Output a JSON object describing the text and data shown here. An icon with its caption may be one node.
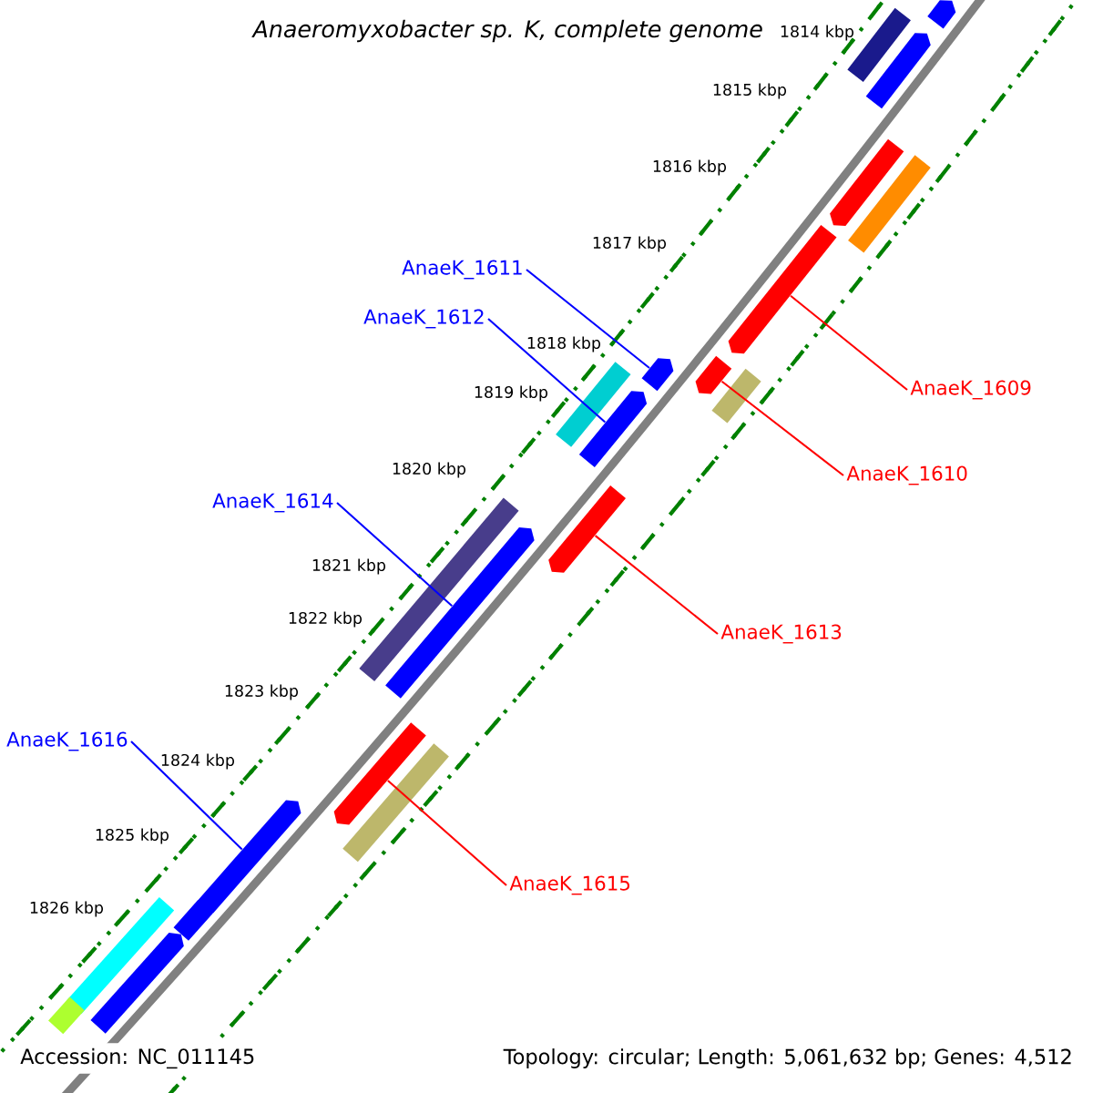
{
  "diagram": {
    "title": "Anaeromyxobacter sp. K, complete genome",
    "nodes": [
      {
        "text": [
          "AnaeK_1611"
        ]
      },
      {
        "text": [
          "AnaeK_1612"
        ]
      },
      {
        "text": [
          "AnaeK_1609"
        ]
      },
      {
        "text": [
          "AnaeK_1610"
        ]
      },
      {
        "text": [
          "AnaeK_1614"
        ]
      },
      {
        "text": [
          "AnaeK_1613"
        ]
      },
      {
        "text": [
          "AnaeK_1616"
        ]
      },
      {
        "text": [
          "AnaeK_1615"
        ]
      },
      {
        "text": [],
        "shape": "pentagon"
      },
      {
        "text": [],
        "shape": "bar"
      },
      {
        "text": [],
        "shape": "pentagon"
      },
      {
        "text": [],
        "shape": "pentagon"
      },
      {
        "text": [],
        "shape": "bar"
      },
      {
        "text": [],
        "shape": "pentagon"
      },
      {
        "text": [],
        "shape": "pentagon"
      },
      {
        "text": [],
        "shape": "pentagon"
      },
      {
        "text": [],
        "shape": "bar"
      },
      {
        "text": [],
        "shape": "bar"
      },
      {
        "text": [],
        "shape": "pentagon"
      },
      {
        "text": [],
        "shape": "pentagon"
      },
      {
        "text": [],
        "shape": "bar"
      },
      {
        "text": [],
        "shape": "pentagon"
      },
      {
        "text": [],
        "shape": "pentagon"
      },
      {
        "text": [],
        "shape": "bar"
      },
      {
        "text": [],
        "shape": "pentagon"
      },
      {
        "text": [],
        "shape": "pentagon"
      },
      {
        "text": [],
        "shape": "bar"
      },
      {
        "text": [],
        "shape": "pentagon"
      },
      {
        "text": [],
        "shape": "bar"
      }
    ],
    "edges": [
      {
        "from": 0,
        "to": 15,
        "arrow": "none",
        "color": "#0000ff"
      },
      {
        "from": 1,
        "to": 18,
        "arrow": "none",
        "color": "#0000ff"
      },
      {
        "from": 2,
        "to": 13,
        "arrow": "none",
        "color": "#ff0000"
      },
      {
        "from": 3,
        "to": 14,
        "arrow": "none",
        "color": "#ff0000"
      },
      {
        "from": 4,
        "to": 21,
        "arrow": "none",
        "color": "#0000ff"
      },
      {
        "from": 5,
        "to": 19,
        "arrow": "none",
        "color": "#ff0000"
      },
      {
        "from": 6,
        "to": 24,
        "arrow": "none",
        "color": "#0000ff"
      },
      {
        "from": 7,
        "to": 22,
        "arrow": "none",
        "color": "#ff0000"
      }
    ],
    "labels": [
      "1814 kbp",
      "1815 kbp",
      "1816 kbp",
      "1817 kbp",
      "1818 kbp",
      "1819 kbp",
      "1820 kbp",
      "1821 kbp",
      "1822 kbp",
      "1823 kbp",
      "1824 kbp",
      "1825 kbp",
      "1826 kbp",
      "Accession: NC_011145",
      "Topology: circular; Length: 5,061,632 bp; Genes: 4,512"
    ]
  }
}
